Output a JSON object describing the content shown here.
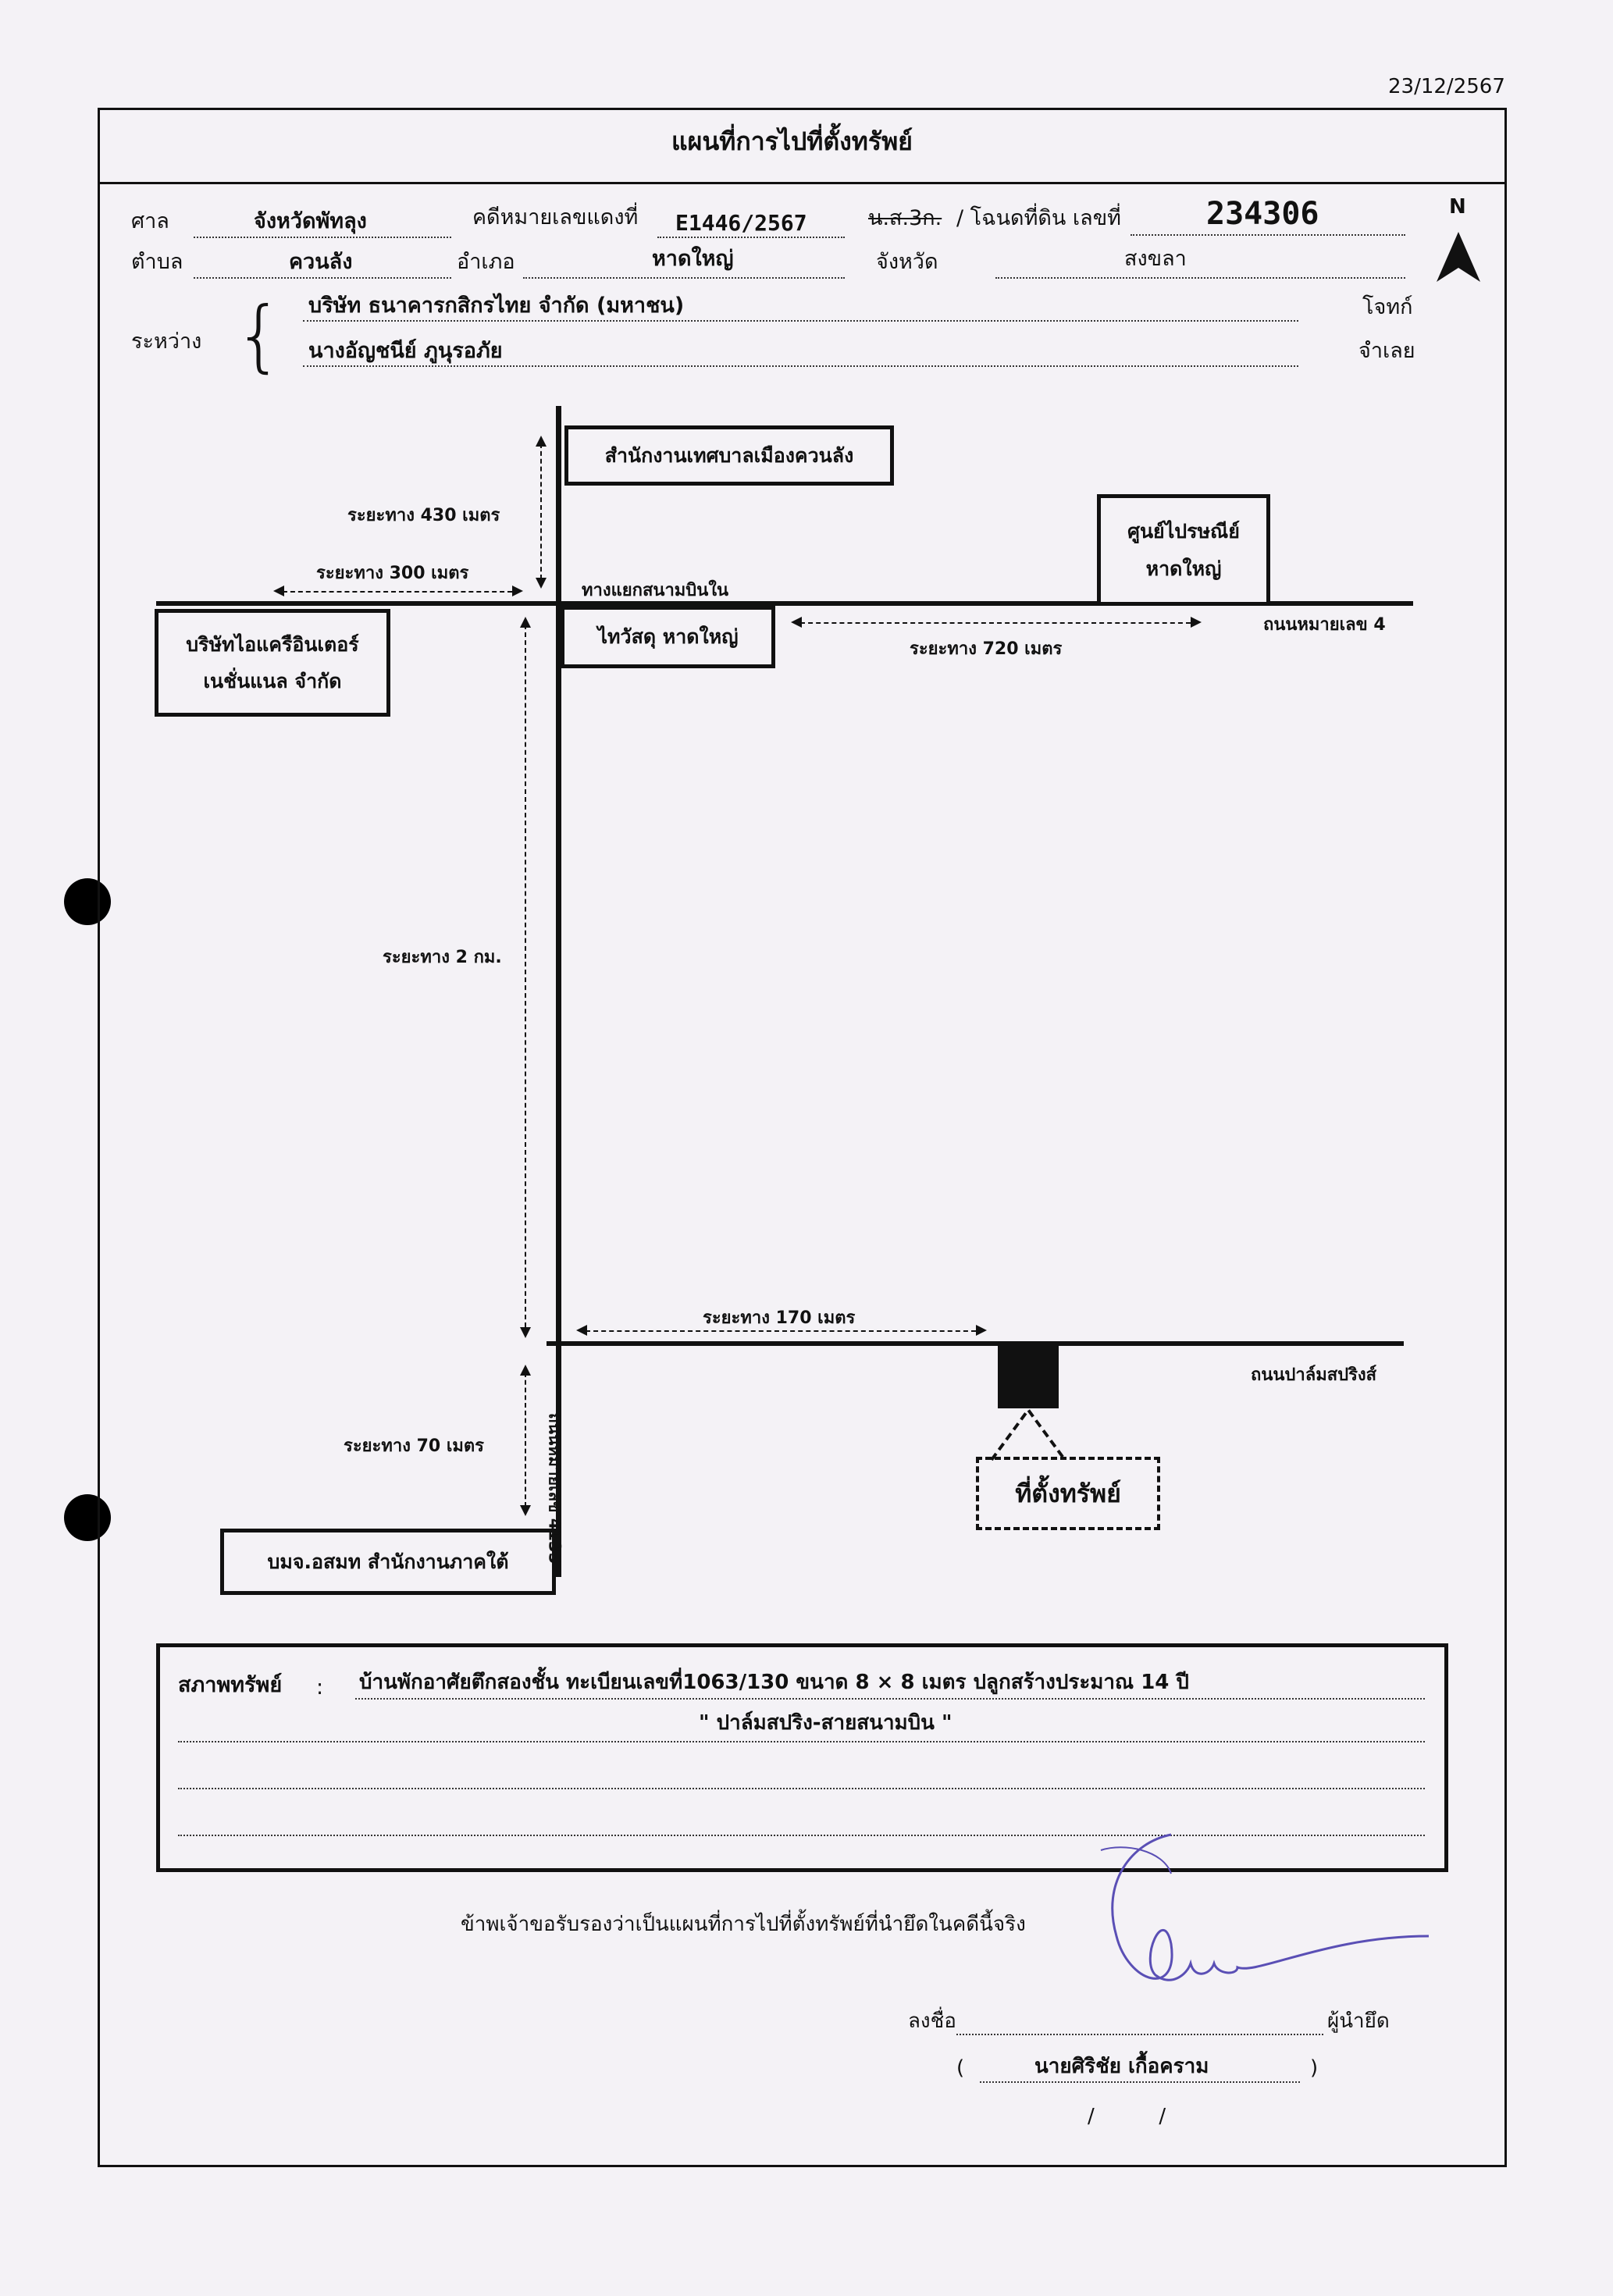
{
  "date": "23/12/2567",
  "title": "แผนที่การไปที่ตั้งทรัพย์",
  "header": {
    "court_label": "ศาล",
    "court_value": "จังหวัดพัทลุง",
    "case_label": "คดีหมายเลขแดงที่",
    "case_value": "E1446/2567",
    "deed_struck": "น.ส.3ก.",
    "deed_label": "/ โฉนดที่ดิน เลขที่",
    "deed_value": "234306",
    "tambon_label": "ตำบล",
    "tambon_value": "ควนลัง",
    "amphoe_label": "อำเภอ",
    "amphoe_value": "หาดใหญ่",
    "province_label": "จังหวัด",
    "province_value": "สงขลา",
    "between_label": "ระหว่าง",
    "plaintiff_value": "บริษัท ธนาคารกสิกรไทย จำกัด (มหาชน)",
    "plaintiff_label": "โจทก์",
    "defendant_value": "นางอัญชนีย์ ภูนุรอภัย",
    "defendant_label": "จำเลย",
    "north_label": "N"
  },
  "map": {
    "office_municipal": "สำนักงานเทศบาลเมืองควนลัง",
    "post_office_line1": "ศูนย์ไปรษณีย์",
    "post_office_line2": "หาดใหญ่",
    "company_line1": "บริษัทไอแครือินเตอร์",
    "company_line2": "เนชั่นแนล จำกัด",
    "thaiwatsadu": "ไทวัสดุ หาดใหญ่",
    "junction": "ทางแยกสนามบินใน",
    "dist_430": "ระยะทาง 430 เมตร",
    "dist_300": "ระยะทาง 300 เมตร",
    "dist_720": "ระยะทาง 720 เมตร",
    "road_4": "ถนนหมายเลข 4",
    "dist_2km": "ระยะทาง 2 กม.",
    "dist_170": "ระยะทาง 170 เมตร",
    "road_palm": "ถนนปาล์มสปริงส์",
    "dist_70": "ระยะทาง 70 เมตร",
    "road_4135": "ถนนหมายเลข 4135",
    "property": "ที่ตั้งทรัพย์",
    "bmjo": "บมจ.อสมท สำนักงานภาคใต้"
  },
  "condition": {
    "label": "สภาพทรัพย์",
    "colon": ":",
    "line1": "บ้านพักอาศัยตึกสองชั้น ทะเบียนเลขที่1063/130 ขนาด 8 × 8 เมตร ปลูกสร้างประมาณ 14 ปี",
    "line2": "\" ปาล์มสปริง-สายสนามบิน \""
  },
  "certify": "ข้าพเจ้าขอรับรองว่าเป็นแผนที่การไปที่ตั้งทรัพย์ที่นำยึดในคดีนี้จริง",
  "sign_label": "ลงชื่อ",
  "seizer_label": "ผู้นำยึด",
  "signer_open": "(",
  "signer_name": "นายศิริชัย เกื้อคราม",
  "signer_close": ")",
  "date_slashes": "/          /",
  "colors": {
    "ink": "#111111",
    "signature": "#5a4fb5",
    "paper": "#f4f2f6"
  }
}
